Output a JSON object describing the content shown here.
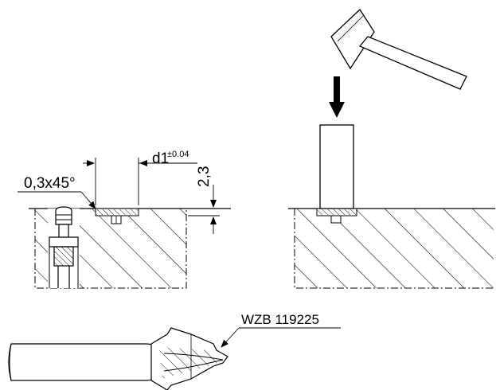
{
  "labels": {
    "chamfer": "0,3x45°",
    "bore_diameter": "d1",
    "bore_tolerance": "±0.04",
    "depth": "2,3",
    "tool_code": "WZB 119225"
  },
  "colors": {
    "line": "#000000",
    "insert_hatch": "#000000",
    "background": "#ffffff"
  }
}
